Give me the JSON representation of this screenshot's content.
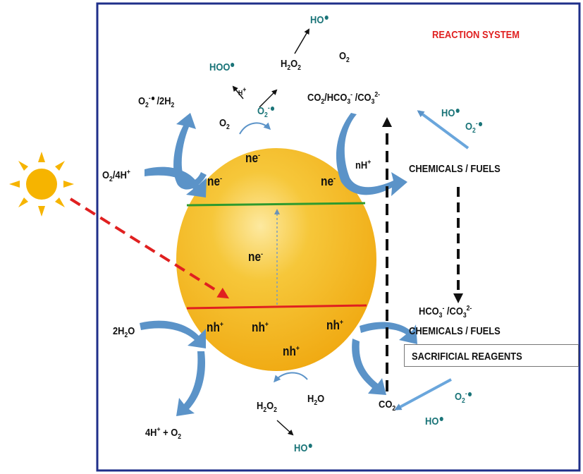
{
  "title": "REACTION SYSTEM",
  "colors": {
    "frame": "#1f2f8a",
    "sphere_fill": "#f4bd22",
    "cb_line": "#2e9a2e",
    "vb_line": "#e02020",
    "arrow_blue": "#5b93c8",
    "teal_text": "#1a7478",
    "sun": "#f6b400",
    "light_arrow": "#e02020"
  },
  "icons": [
    "sun-icon"
  ],
  "electrons": {
    "top": "ne",
    "left": "ne",
    "right": "ne",
    "center": "ne",
    "sup": "-"
  },
  "holes": {
    "left": "nh",
    "mid": "nh",
    "right": "nh",
    "bottom": "nh",
    "sup": "+"
  },
  "labels": {
    "superoxide_h2": "/2H",
    "o2_4h": "O",
    "o2": "O",
    "hoo": "HOO",
    "h_plus": "H",
    "superoxide": "O",
    "h2o2_top": "H",
    "ho_top": "HO",
    "o2_free": "O",
    "co2_family": "CO",
    "nh_plus": "nH",
    "ho_right": "HO",
    "o2_right": "O",
    "chemicals_fuels_top": "CHEMICALS / FUELS",
    "hco3_co3": "HCO",
    "chemicals_fuels_bottom": "CHEMICALS / FUELS",
    "sacrificial": "SACRIFICIAL REAGENTS",
    "two_h2o": "2H",
    "four_h_o2": "4H",
    "h2o2_bottom": "H",
    "h2o": "H",
    "ho_bottom": "HO",
    "co2": "CO",
    "o2_bottom_right": "O",
    "ho_bottom_right": "HO"
  }
}
